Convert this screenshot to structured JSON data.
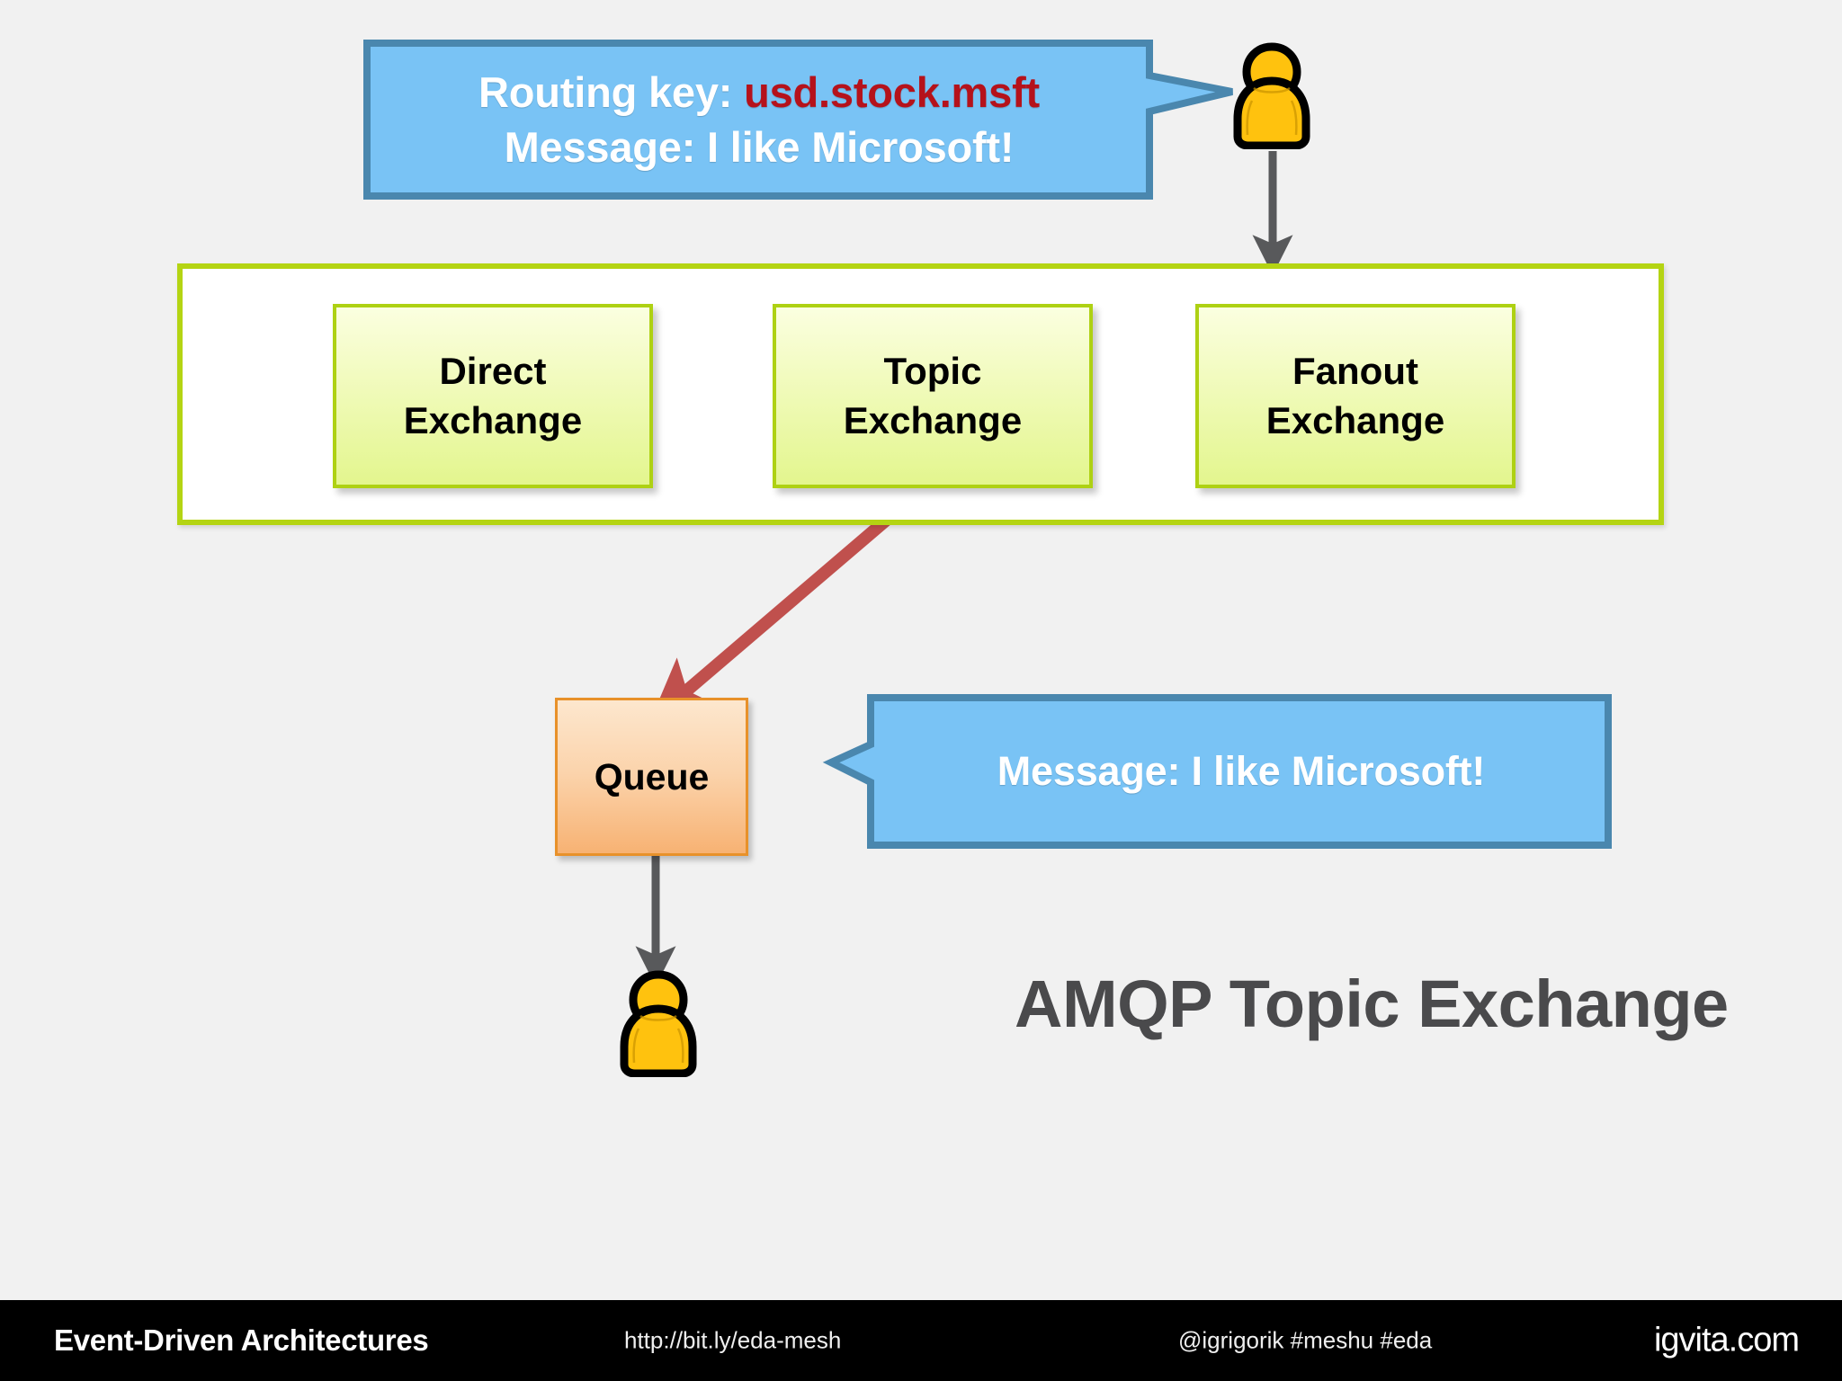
{
  "slide": {
    "title": "AMQP Topic Exchange",
    "background_color": "#f1f1f1"
  },
  "publisher_callout": {
    "routing_key_label": "Routing key:",
    "routing_key_value": "usd.stock.msft",
    "message_line": "Message: I like Microsoft!",
    "fill_color": "#79c3f5",
    "border_color": "#4a87ae",
    "text_color": "#ffffff",
    "routing_key_color": "#b5121b"
  },
  "consumer_callout": {
    "message_line": "Message: I like Microsoft!",
    "fill_color": "#79c3f5",
    "border_color": "#4a87ae",
    "text_color": "#ffffff"
  },
  "exchange_container": {
    "border_color": "#b4d413",
    "fill_color": "#ffffff",
    "exchanges": [
      {
        "line1": "Direct",
        "line2": "Exchange"
      },
      {
        "line1": "Topic",
        "line2": "Exchange"
      },
      {
        "line1": "Fanout",
        "line2": "Exchange"
      }
    ]
  },
  "queue": {
    "label": "Queue",
    "fill_color": "#f9c68d",
    "border_color": "#e8912a"
  },
  "people": {
    "publisher_name": "publisher-person-icon",
    "consumer_name": "consumer-person-icon",
    "fill_color": "#ffc20e",
    "outline_color": "#000000"
  },
  "arrows": {
    "publisher_to_exchange_color": "#58595b",
    "topic_to_queue_color": "#c0504d",
    "queue_to_consumer_color": "#58595b"
  },
  "footer": {
    "deck_title": "Event-Driven Architectures",
    "url": "http://bit.ly/eda-mesh",
    "handle": "@igrigorik #meshu #eda",
    "brand": "igvita.com",
    "background_color": "#000000",
    "text_color": "#ffffff"
  }
}
